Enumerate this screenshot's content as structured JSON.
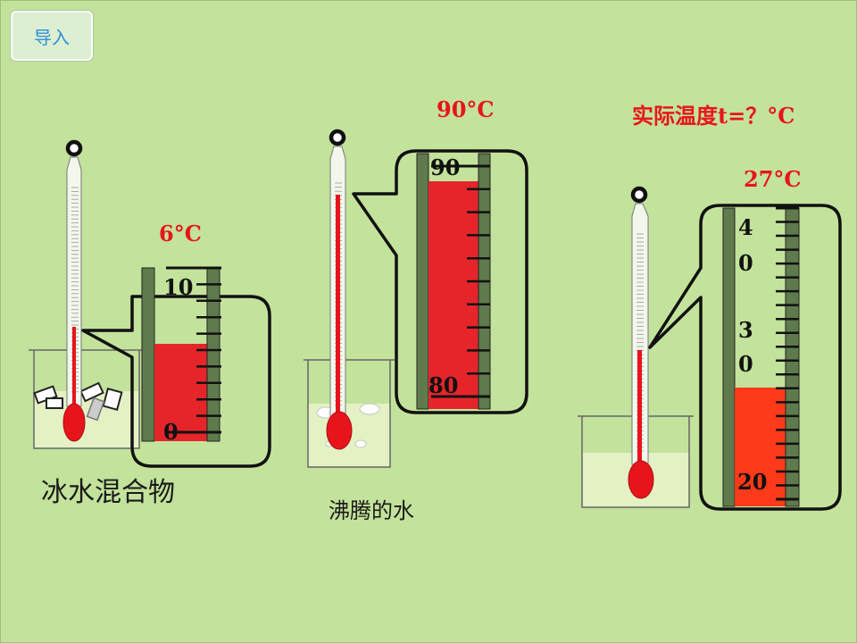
{
  "nav": {
    "import_label": "导入"
  },
  "thermometers": [
    {
      "id": "ice-water",
      "reading_celsius": 6,
      "reading_label": "6°C",
      "caption": "冰水混合物",
      "zoom_scale": {
        "top_label": "10",
        "bottom_label": "0"
      }
    },
    {
      "id": "boiling-water",
      "reading_celsius": 90,
      "reading_label": "90°C",
      "caption": "沸腾的水",
      "zoom_scale": {
        "top_label": "90",
        "bottom_label": "80"
      }
    },
    {
      "id": "room",
      "reading_celsius": 27,
      "reading_label": "27°C",
      "question_label": "实际温度t=？°C",
      "zoom_scale": {
        "label_40_a": "4",
        "label_40_b": "0",
        "label_30_a": "3",
        "label_30_b": "0",
        "bottom_label": "20"
      }
    }
  ],
  "colors": {
    "background": "#c3e29b",
    "mercury": "#e8141c",
    "mercury_zoom": "#e5252a",
    "room_mercury_zoom": "#ff3a1a",
    "scale_bar": "#5f7a4c",
    "label_red": "#e8141c",
    "liquid": "#e4f1c5"
  }
}
